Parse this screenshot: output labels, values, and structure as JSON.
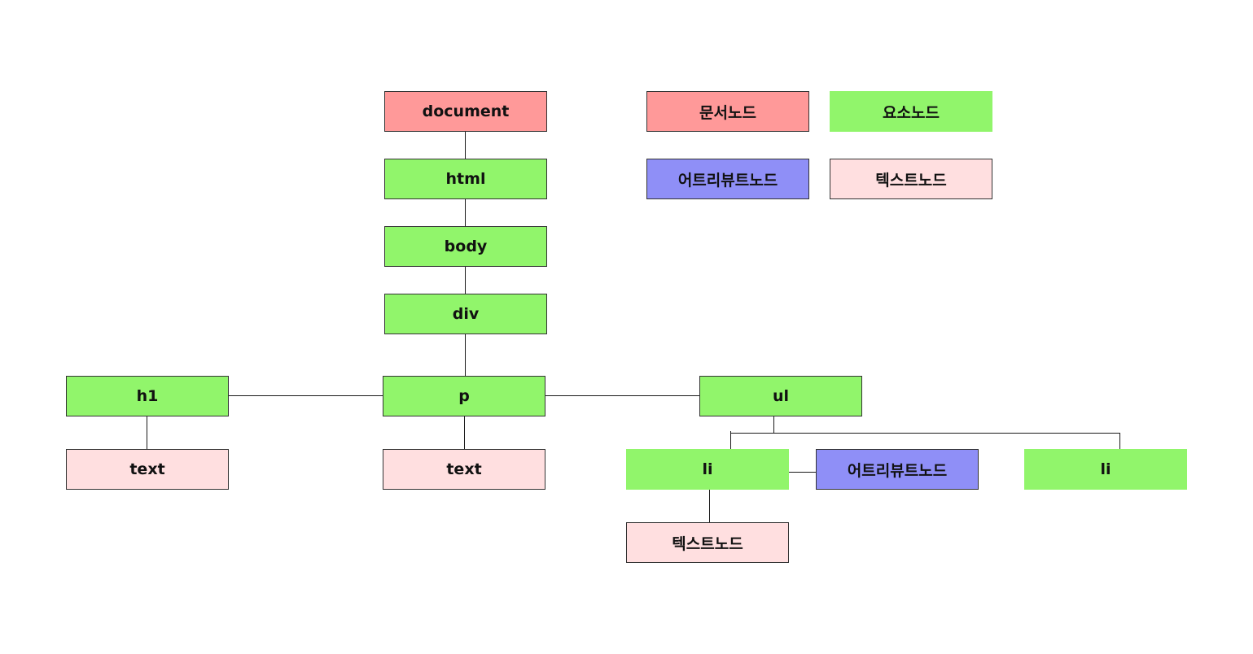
{
  "colors": {
    "document_node": "#ff9999",
    "element_node": "#91f56b",
    "attribute_node": "#8f8ff7",
    "text_node": "#ffdfe0"
  },
  "legend": {
    "document": "문서노드",
    "element": "요소노드",
    "attribute": "어트리뷰트노드",
    "text": "텍스트노드"
  },
  "nodes": {
    "document": "document",
    "html": "html",
    "body": "body",
    "div": "div",
    "h1": "h1",
    "h1_text": "text",
    "p": "p",
    "p_text": "text",
    "ul": "ul",
    "li_first": "li",
    "li_attribute": "어트리뷰트노드",
    "li_text": "텍스트노드",
    "li_second": "li"
  }
}
